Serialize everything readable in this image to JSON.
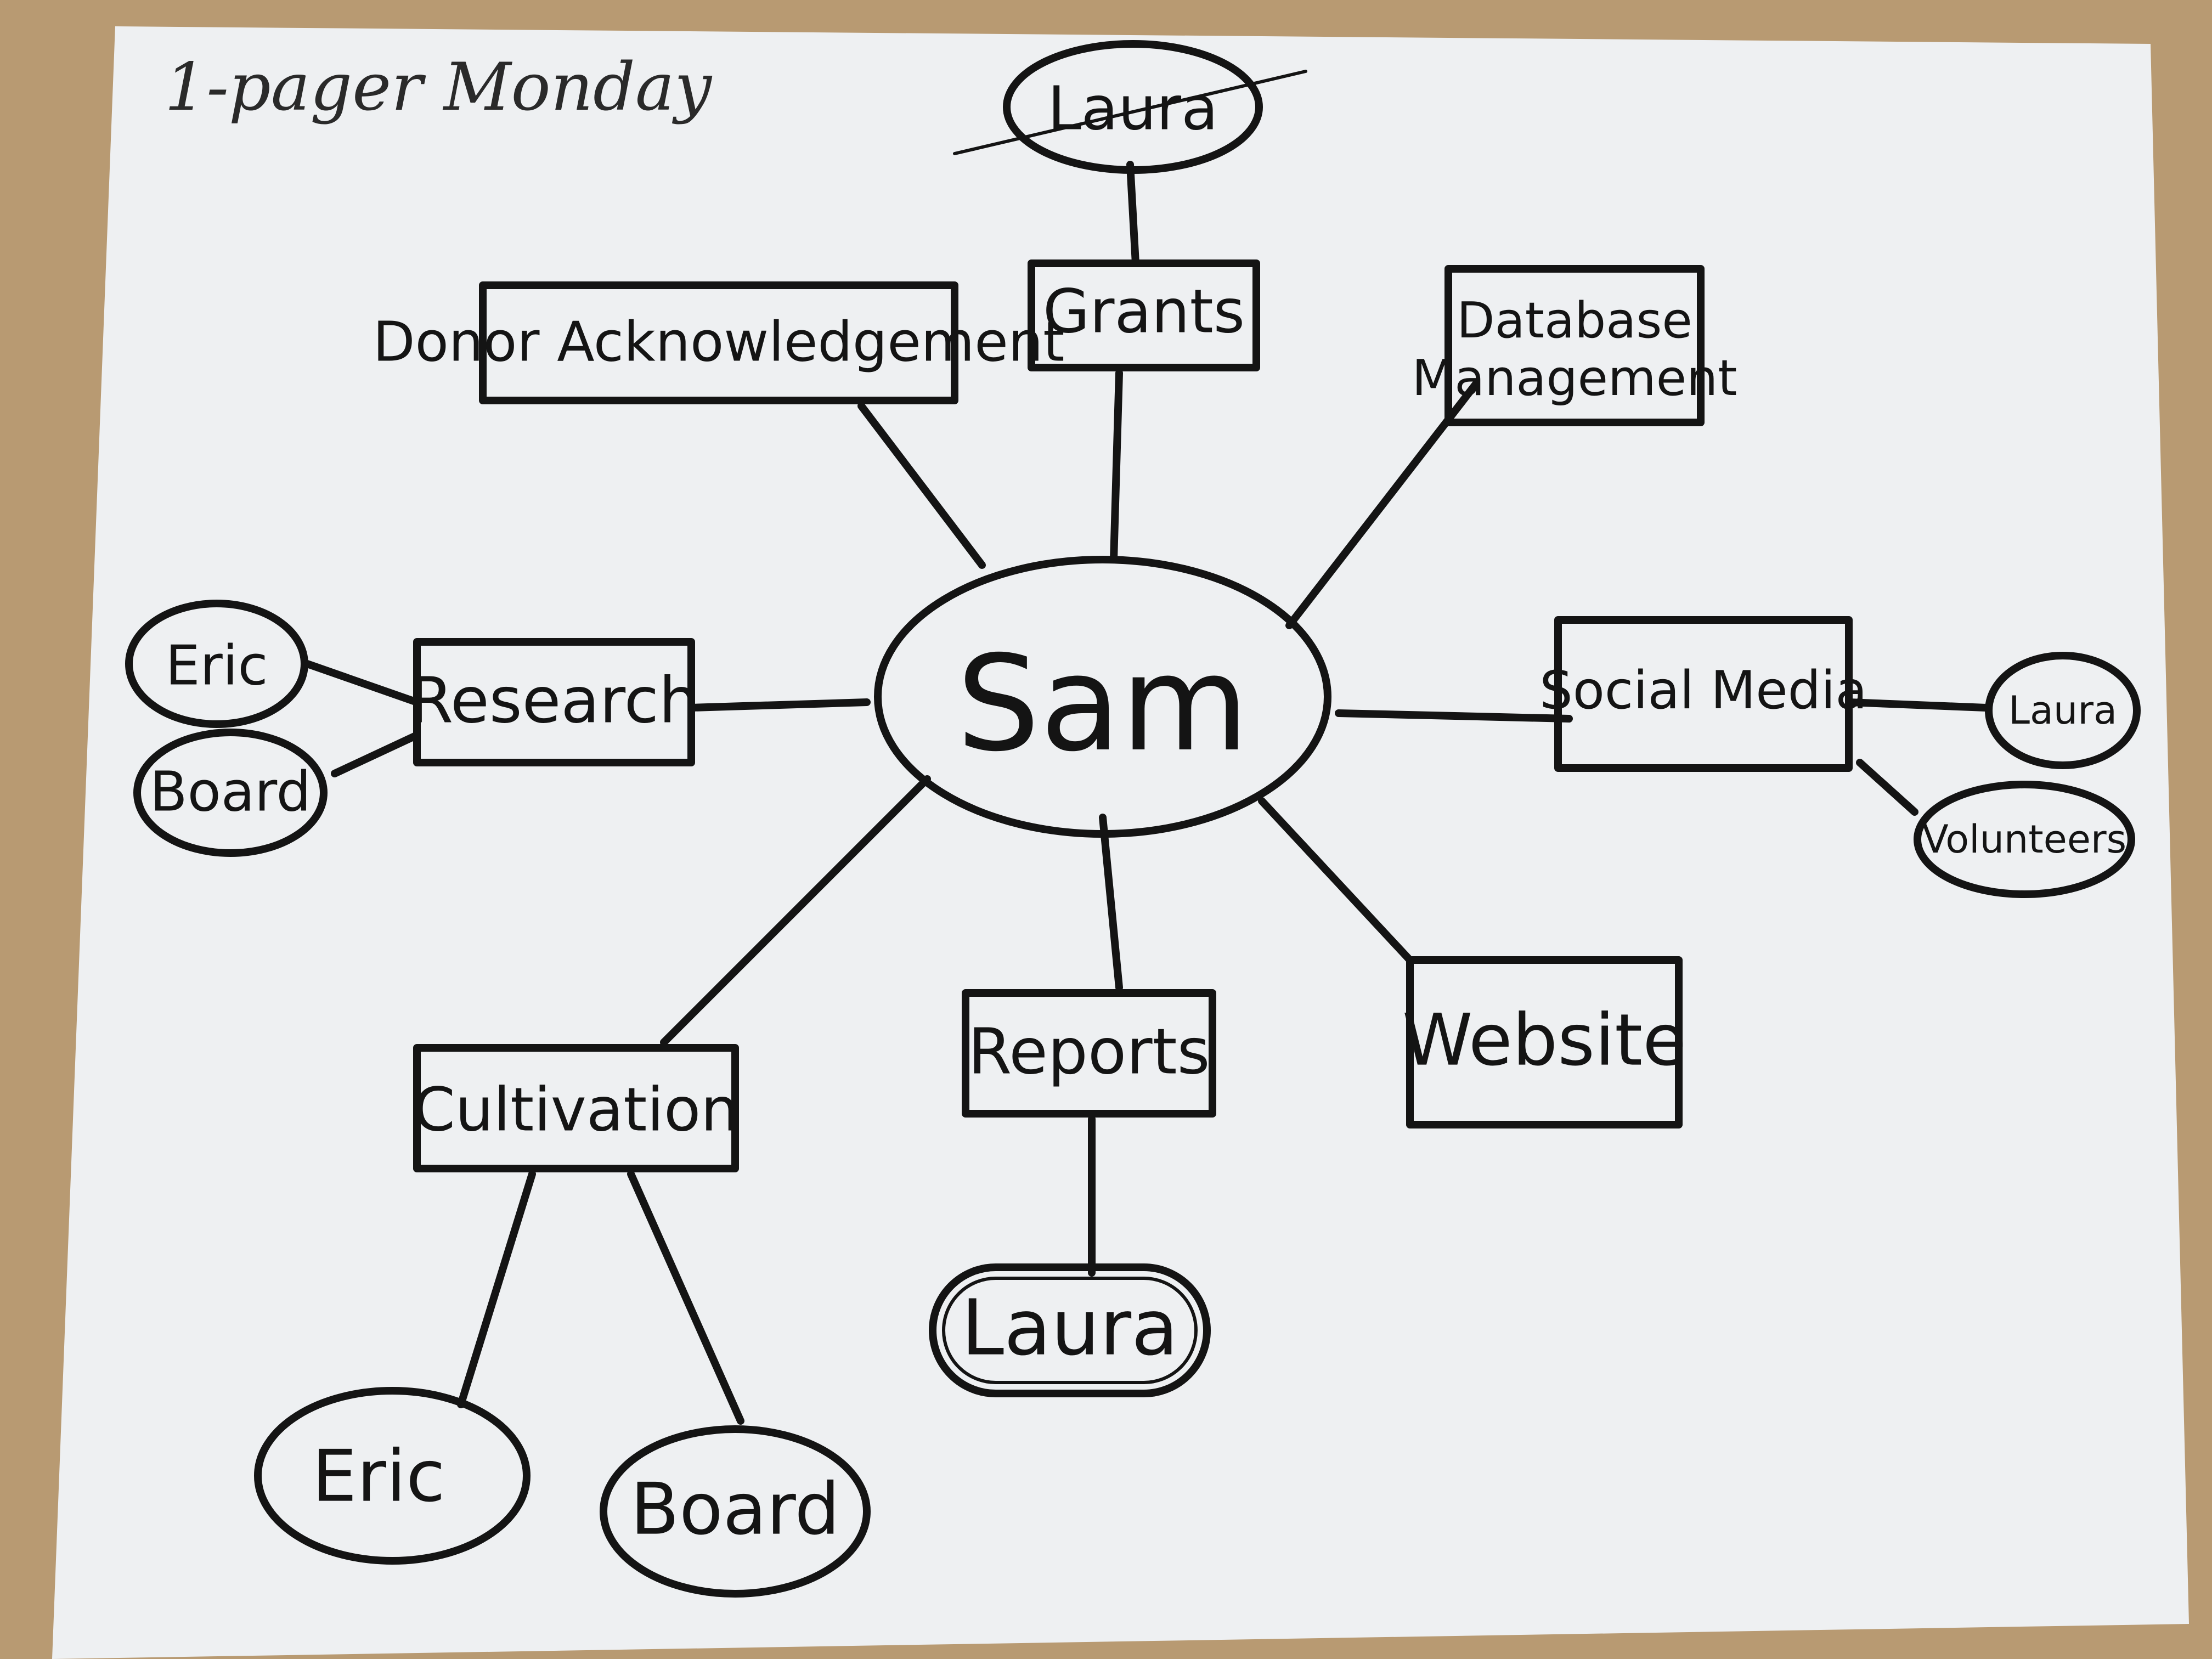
{
  "note": "1-pager Monday",
  "center": {
    "label": "Sam"
  },
  "nodes": {
    "grants": "Grants",
    "donor_ack": "Donor Acknowledgement",
    "database": [
      "Database",
      "Management"
    ],
    "social_media": "Social Media",
    "research": "Research",
    "cultivation": "Cultivation",
    "reports": "Reports",
    "website": "Website"
  },
  "people": {
    "grants_laura": "Laura",
    "social_laura": "Laura",
    "social_volunteers": "Volunteers",
    "research_eric": "Eric",
    "research_board": "Board",
    "cultivation_eric": "Eric",
    "cultivation_board": "Board",
    "reports_laura": "Laura"
  }
}
